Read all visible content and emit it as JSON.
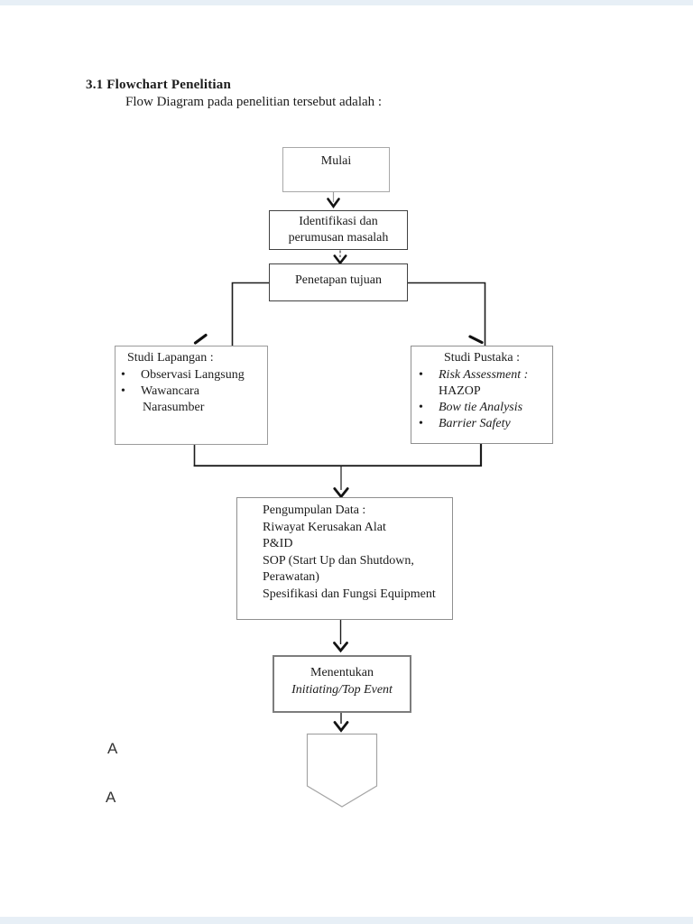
{
  "page": {
    "heading": "3.1 Flowchart Penelitian",
    "subheading": "Flow Diagram pada penelitian tersebut adalah :",
    "side_label_top": "A",
    "side_label_bottom": "A",
    "bullet_char": "•"
  },
  "flowchart": {
    "mulai": "Mulai",
    "identifikasi_line1": "Identifikasi dan",
    "identifikasi_line2": "perumusan masalah",
    "penetapan": "Penetapan tujuan",
    "studi_lapangan": {
      "title": "Studi Lapangan :",
      "bullet1": "Observasi Langsung",
      "bullet2_line1": "Wawancara",
      "bullet2_line2": "Narasumber"
    },
    "studi_pustaka": {
      "title": "Studi Pustaka :",
      "bullet1_italic": "Risk Assessment :",
      "bullet1_line2": "HAZOP",
      "bullet2_italic": "Bow tie Analysis",
      "bullet3_italic": "Barrier Safety"
    },
    "pengumpulan": {
      "line1": "Pengumpulan Data :",
      "line2": "Riwayat Kerusakan Alat",
      "line3": "P&ID",
      "line4": "SOP (Start Up dan Shutdown,",
      "line5": "Perawatan)",
      "line6": "Spesifikasi dan Fungsi Equipment"
    },
    "menentukan_line1": "Menentukan",
    "menentukan_line2_italic": "Initiating/Top Event"
  },
  "colors": {
    "viewer_bar": "#e7eff6",
    "connector_line": "#1c1c1c",
    "box_border_dark": "#414141",
    "box_border_light": "#a8a8a8"
  }
}
